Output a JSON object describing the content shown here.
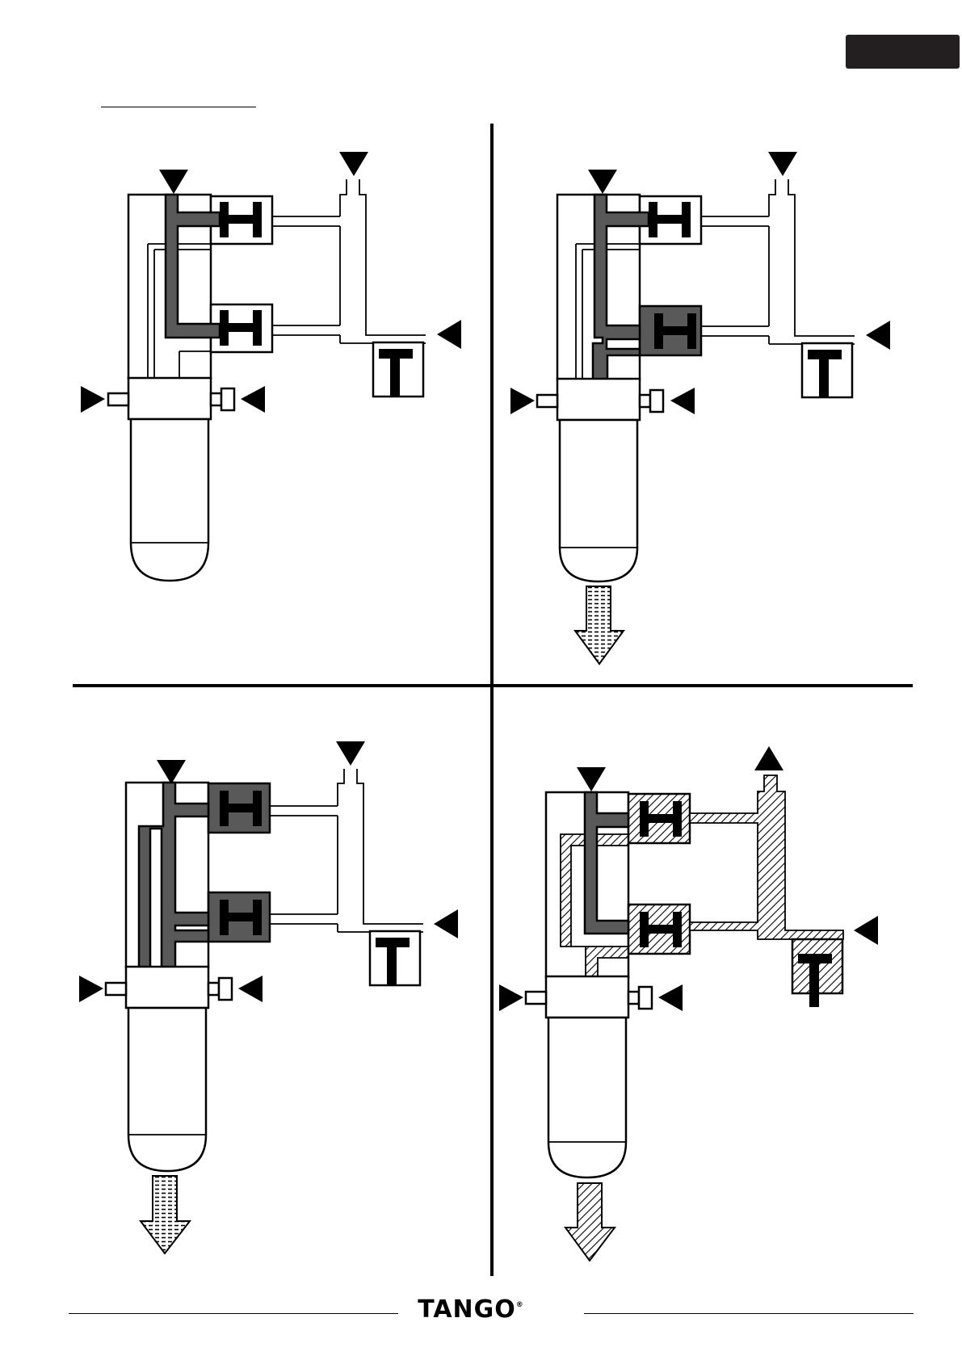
{
  "footer": {
    "brand": "TANGO",
    "registered_mark": "®"
  },
  "colors": {
    "line": "#000000",
    "flow_fill": "#595959",
    "hatch": "#000000",
    "tab": "#231f20"
  },
  "panels": [
    {
      "name": "top-left",
      "state": "inlet-only"
    },
    {
      "name": "top-right",
      "state": "lower-valve-open-drain"
    },
    {
      "name": "bottom-left",
      "state": "both-valves-pressurized-drain"
    },
    {
      "name": "bottom-right",
      "state": "exhaust-hatched"
    }
  ]
}
